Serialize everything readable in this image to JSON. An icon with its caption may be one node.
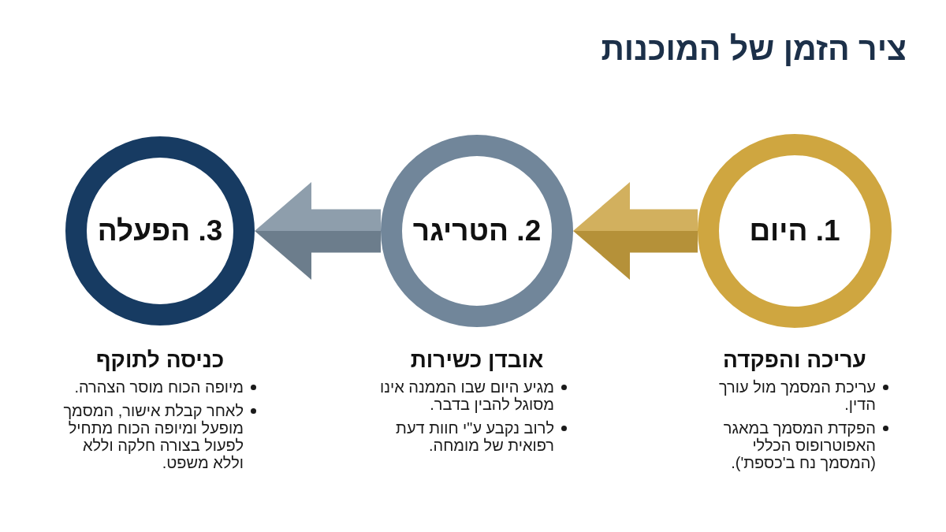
{
  "diagram": {
    "title": "ציר הזמן של המוכנות",
    "nodes": [
      {
        "text": [
          "1. היום"
        ],
        "beside": [
          "עריכה והפקדה",
          "עריכת המסמך מול עורך הדין.",
          "הפקדת המסמך במאגר האפוטרופוס הכללי (המסמך נח ב'כספת')."
        ]
      },
      {
        "text": [
          "2. הטריגר"
        ],
        "beside": [
          "אובדן כשירות",
          "מגיע היום שבו הממנה אינו מסוגל להבין בדבר.",
          "לרוב נקבע ע\"י חוות דעת רפואית של מומחה."
        ]
      },
      {
        "text": [
          "3. הפעלה"
        ],
        "beside": [
          "כניסה לתוקף",
          "מיופה הכוח מוסר הצהרה.",
          "לאחר קבלת אישור, המסמך מופעל ומיופה הכוח מתחיל לפעול בצורה חלקה וללא וללא משפט."
        ]
      }
    ],
    "edges": [
      {
        "from": 0,
        "to": 1,
        "arrow": "to",
        "style": "thick",
        "color": "#c9a13f"
      },
      {
        "from": 1,
        "to": 2,
        "arrow": "to",
        "style": "thick",
        "color": "#788b9c"
      }
    ]
  }
}
